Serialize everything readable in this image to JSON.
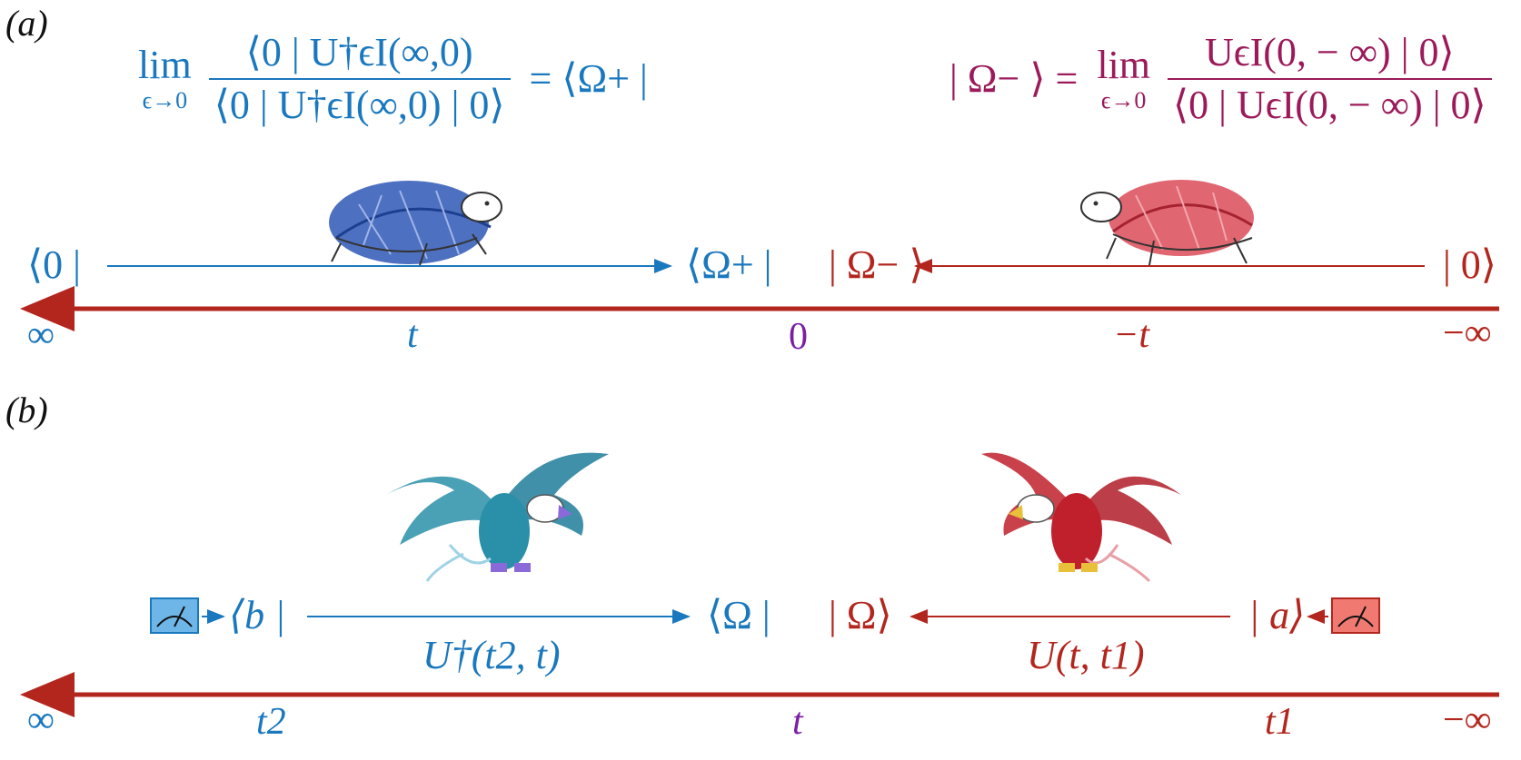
{
  "panel_a": {
    "label": "(a)",
    "formula_left": {
      "lim": "lim",
      "lim_sub": "ϵ→0",
      "numerator": "⟨0 | U†ϵI(∞,0)",
      "denominator": "⟨0 | U†ϵI(∞,0) | 0⟩",
      "result": "= ⟨Ω+ |"
    },
    "formula_right": {
      "lhs": "| Ω− ⟩ =",
      "lim": "lim",
      "lim_sub": "ϵ→0",
      "numerator": "UϵI(0, − ∞) | 0⟩",
      "denominator": "⟨0 | UϵI(0, − ∞) | 0⟩"
    },
    "bra_start": "⟨0 |",
    "bra_end": "⟨Ω+ |",
    "ket_end": "| Ω− ⟩",
    "ket_start": "| 0⟩",
    "ticks": {
      "inf": "∞",
      "t": "t",
      "zero": "0",
      "neg_t": "−t",
      "neg_inf": "−∞"
    },
    "icons": [
      "turtle-blue-icon",
      "turtle-red-icon"
    ]
  },
  "panel_b": {
    "label": "(b)",
    "bra_start": "⟨b |",
    "bra_end": "⟨Ω |",
    "ket_end": "| Ω⟩",
    "ket_start": "| a⟩",
    "op_left": "U†(t2, t)",
    "op_right": "U(t, t1)",
    "ticks": {
      "inf": "∞",
      "t2": "t2",
      "t": "t",
      "t1": "t1",
      "neg_inf": "−∞"
    },
    "icons": [
      "eagle-blue-icon",
      "eagle-red-icon",
      "meter-blue-icon",
      "meter-red-icon"
    ]
  },
  "colors": {
    "blue": "#1a78be",
    "red": "#b3261e",
    "magenta": "#9c1a5a",
    "purple": "#7b1fa2",
    "axis": "#b3261e"
  }
}
